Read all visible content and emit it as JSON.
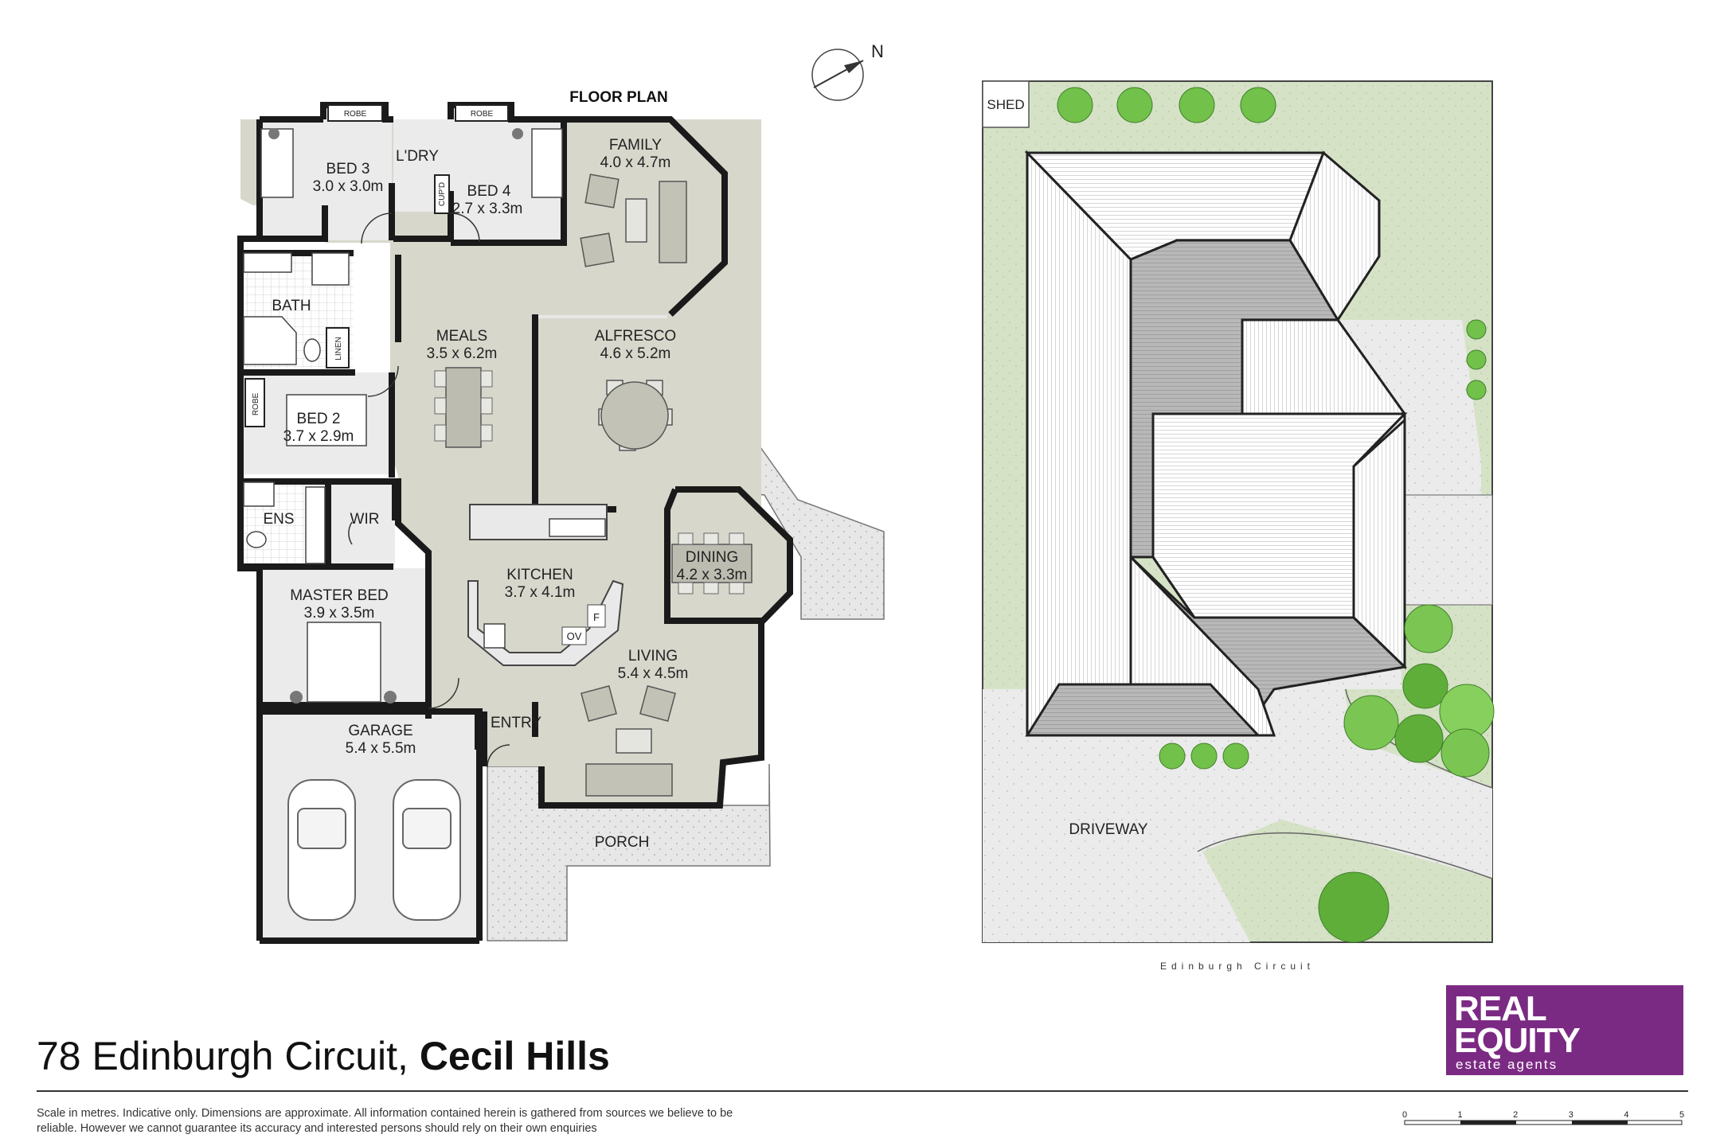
{
  "floor_plan": {
    "heading": "FLOOR PLAN",
    "rooms": [
      {
        "id": "bed3",
        "name": "BED 3",
        "size": "3.0 x 3.0m"
      },
      {
        "id": "ldry",
        "name": "L'DRY",
        "size": ""
      },
      {
        "id": "bed4",
        "name": "BED 4",
        "size": "2.7 x 3.3m"
      },
      {
        "id": "family",
        "name": "FAMILY",
        "size": "4.0 x 4.7m"
      },
      {
        "id": "bath",
        "name": "BATH",
        "size": ""
      },
      {
        "id": "meals",
        "name": "MEALS",
        "size": "3.5 x 6.2m"
      },
      {
        "id": "alfresco",
        "name": "ALFRESCO",
        "size": "4.6 x 5.2m"
      },
      {
        "id": "bed2",
        "name": "BED 2",
        "size": "3.7 x 2.9m"
      },
      {
        "id": "ens",
        "name": "ENS",
        "size": ""
      },
      {
        "id": "wir",
        "name": "WIR",
        "size": ""
      },
      {
        "id": "dining",
        "name": "DINING",
        "size": "4.2 x 3.3m"
      },
      {
        "id": "master",
        "name": "MASTER BED",
        "size": "3.9 x 3.5m"
      },
      {
        "id": "kitchen",
        "name": "KITCHEN",
        "size": "3.7 x 4.1m"
      },
      {
        "id": "living",
        "name": "LIVING",
        "size": "5.4 x 4.5m"
      },
      {
        "id": "garage",
        "name": "GARAGE",
        "size": "5.4 x 5.5m"
      },
      {
        "id": "entry",
        "name": "ENTRY",
        "size": ""
      },
      {
        "id": "porch",
        "name": "PORCH",
        "size": ""
      }
    ],
    "fixtures": {
      "robe": "ROBE",
      "cupd": "CUP'D",
      "linen": "LINEN",
      "oven": "OV",
      "fridge": "F"
    }
  },
  "site_plan": {
    "shed": "SHED",
    "driveway": "DRIVEWAY",
    "street": "Edinburgh Circuit"
  },
  "compass": {
    "north": "N"
  },
  "address": {
    "street": "78 Edinburgh Circuit,",
    "suburb": "Cecil Hills"
  },
  "disclaimer": "Scale in metres. Indicative only. Dimensions are approximate. All information contained herein is gathered from sources we believe to be reliable. However we cannot guarantee its accuracy and interested persons should rely on their own enquiries",
  "logo": {
    "line1": "REAL",
    "line2": "EQUITY",
    "line3": "estate agents"
  },
  "scale_bar": {
    "ticks": [
      "0",
      "1",
      "2",
      "3",
      "4",
      "5"
    ]
  },
  "colors": {
    "floor": "#d8d7cc",
    "room": "#ececec",
    "outdoor": "#e6e6e6",
    "lawn": "#d6e3c8",
    "wall": "#1a1a1a",
    "brand": "#7b2a83"
  }
}
